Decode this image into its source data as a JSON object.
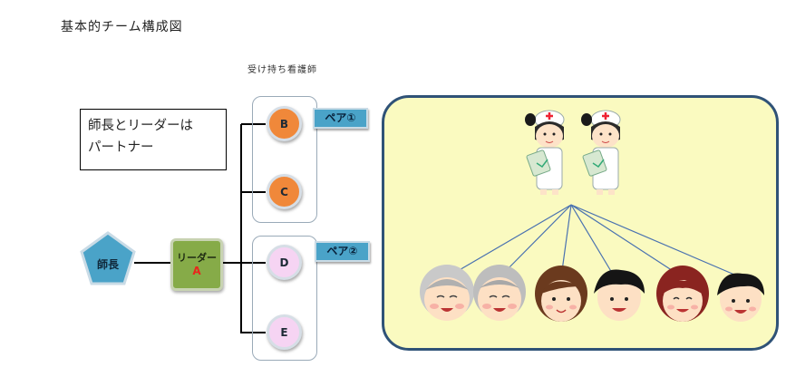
{
  "title": "基本的チーム構成図",
  "nurse_label": "受け持ち看護師",
  "note": {
    "line1": "師長とリーダーは",
    "line2": "パートナー"
  },
  "head": {
    "label": "師長",
    "color": "#4aa3c8"
  },
  "leader": {
    "label": "リーダー",
    "id": "A",
    "color": "#86ab48"
  },
  "pairs": [
    {
      "tag": "ペア①",
      "members": [
        {
          "id": "B",
          "color": "#f0883a"
        },
        {
          "id": "C",
          "color": "#f0883a"
        }
      ]
    },
    {
      "tag": "ペア②",
      "members": [
        {
          "id": "D",
          "color": "#f6d4f3"
        },
        {
          "id": "E",
          "color": "#f6d4f3"
        }
      ]
    }
  ],
  "illustration": {
    "nurses": 2,
    "patients": [
      "elderly-woman",
      "elderly-man",
      "young-woman",
      "man",
      "woman",
      "boy"
    ]
  },
  "colors": {
    "panel_fill": "#fafac0",
    "panel_border": "#2f5277",
    "connector": "#4a72b0"
  }
}
